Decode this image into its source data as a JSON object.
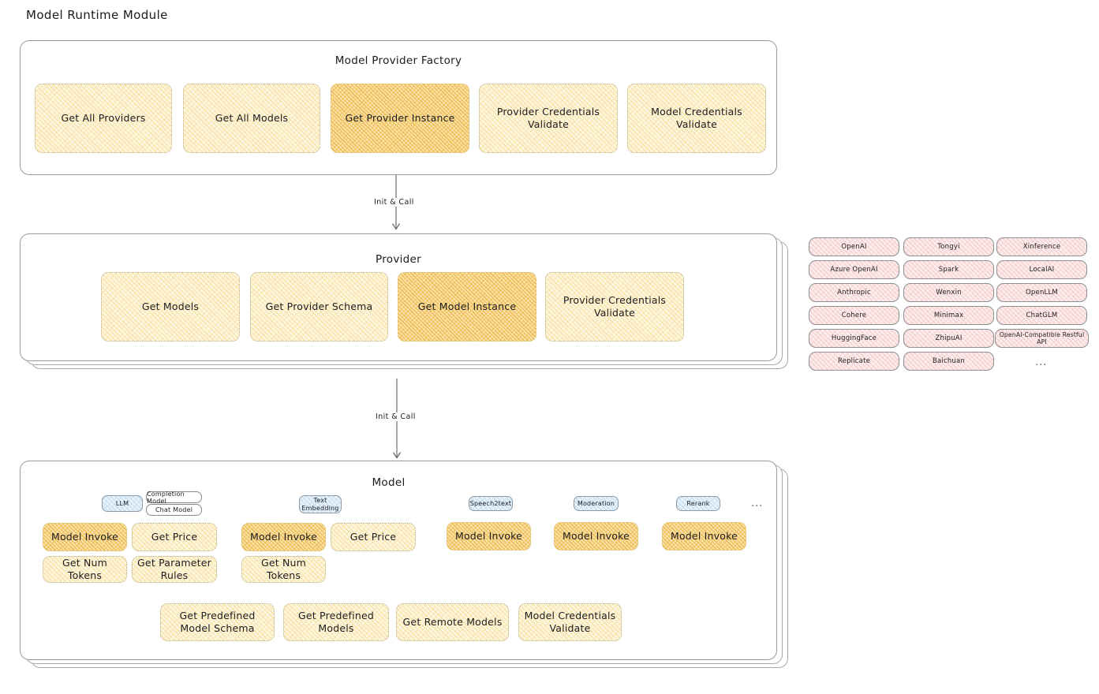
{
  "page": {
    "title": "Model Runtime Module"
  },
  "edges": [
    {
      "label": "Init & Call"
    },
    {
      "label": "Init & Call"
    }
  ],
  "sections": {
    "factory": {
      "title": "Model Provider Factory",
      "nodes": [
        {
          "label": "Get All Providers",
          "highlighted": false
        },
        {
          "label": "Get All Models",
          "highlighted": false
        },
        {
          "label": "Get Provider Instance",
          "highlighted": true
        },
        {
          "label": "Provider Credentials Validate",
          "highlighted": false
        },
        {
          "label": "Model Credentials Validate",
          "highlighted": false
        }
      ]
    },
    "provider": {
      "title": "Provider",
      "nodes": [
        {
          "label": "Get Models",
          "highlighted": false
        },
        {
          "label": "Get Provider Schema",
          "highlighted": false
        },
        {
          "label": "Get Model Instance",
          "highlighted": true
        },
        {
          "label": "Provider Credentials Validate",
          "highlighted": false
        }
      ]
    },
    "model": {
      "title": "Model",
      "types": [
        {
          "name": "LLM",
          "sub": [
            "Completion Model",
            "Chat Model"
          ]
        },
        {
          "name": "Text Embedding",
          "sub": []
        },
        {
          "name": "Speech2text",
          "sub": []
        },
        {
          "name": "Moderation",
          "sub": []
        },
        {
          "name": "Rerank",
          "sub": []
        }
      ],
      "types_more": "...",
      "llm_nodes": [
        {
          "label": "Model Invoke",
          "highlighted": true
        },
        {
          "label": "Get Price",
          "highlighted": false
        },
        {
          "label": "Get Num Tokens",
          "highlighted": false
        },
        {
          "label": "Get Parameter Rules",
          "highlighted": false
        }
      ],
      "embedding_nodes": [
        {
          "label": "Model Invoke",
          "highlighted": true
        },
        {
          "label": "Get Price",
          "highlighted": false
        },
        {
          "label": "Get Num Tokens",
          "highlighted": false
        }
      ],
      "speech_nodes": [
        {
          "label": "Model Invoke",
          "highlighted": true
        }
      ],
      "moderation_nodes": [
        {
          "label": "Model Invoke",
          "highlighted": true
        }
      ],
      "rerank_nodes": [
        {
          "label": "Model Invoke",
          "highlighted": true
        }
      ],
      "common_nodes": [
        {
          "label": "Get Predefined Model Schema",
          "highlighted": false
        },
        {
          "label": "Get Predefined Models",
          "highlighted": false
        },
        {
          "label": "Get Remote Models",
          "highlighted": false
        },
        {
          "label": "Model Credentials Validate",
          "highlighted": false
        }
      ]
    }
  },
  "provider_list": {
    "columns": [
      [
        "OpenAI",
        "Azure OpenAI",
        "Anthropic",
        "Cohere",
        "HuggingFace",
        "Replicate"
      ],
      [
        "Tongyi",
        "Spark",
        "Wenxin",
        "Minimax",
        "ZhipuAI",
        "Baichuan"
      ],
      [
        "Xinference",
        "LocalAI",
        "OpenLLM",
        "ChatGLM",
        "OpenAI-Compatible Restful API"
      ]
    ],
    "more": "..."
  },
  "colors": {
    "node_fill": "#fdf6e0",
    "node_highlight_fill": "#fbe3ad",
    "provider_chip_fill": "#fdeeee",
    "type_chip_fill": "#e8f2fa",
    "container_border": "#9a9a9a",
    "text": "#1e1e1e"
  }
}
